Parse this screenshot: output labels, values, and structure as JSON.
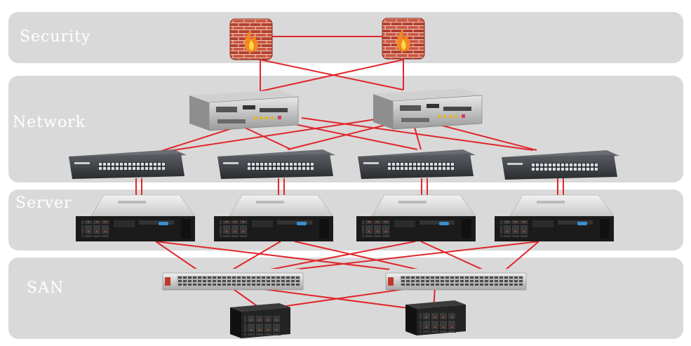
{
  "zones": {
    "security": "Security",
    "network": "Network",
    "server": "Server",
    "san": "SAN"
  },
  "devices": {
    "firewalls": [
      {
        "type": "firewall"
      },
      {
        "type": "firewall"
      }
    ],
    "routers": [
      {
        "type": "router"
      },
      {
        "type": "router"
      }
    ],
    "switches": [
      {
        "type": "switch"
      },
      {
        "type": "switch"
      },
      {
        "type": "switch"
      },
      {
        "type": "switch"
      }
    ],
    "servers": [
      {
        "type": "rack-server"
      },
      {
        "type": "rack-server"
      },
      {
        "type": "rack-server"
      },
      {
        "type": "rack-server"
      }
    ],
    "san_switches": [
      {
        "type": "fc-switch"
      },
      {
        "type": "fc-switch"
      }
    ],
    "storage": [
      {
        "type": "nas"
      },
      {
        "type": "nas"
      }
    ]
  },
  "colors": {
    "zone": "#d9d9d9",
    "link": "#e0262b",
    "label": "#ffffff"
  }
}
